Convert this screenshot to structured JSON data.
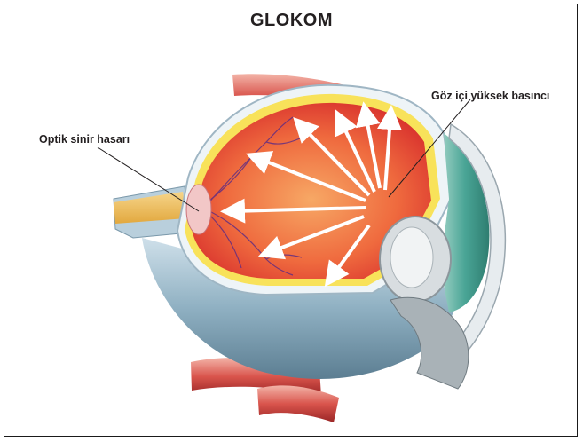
{
  "diagram": {
    "title": "GLOKOM",
    "labels": {
      "optic_nerve_damage": "Optik sinir hasarı",
      "high_intraocular_pressure": "Göz içi yüksek basıncı"
    }
  }
}
